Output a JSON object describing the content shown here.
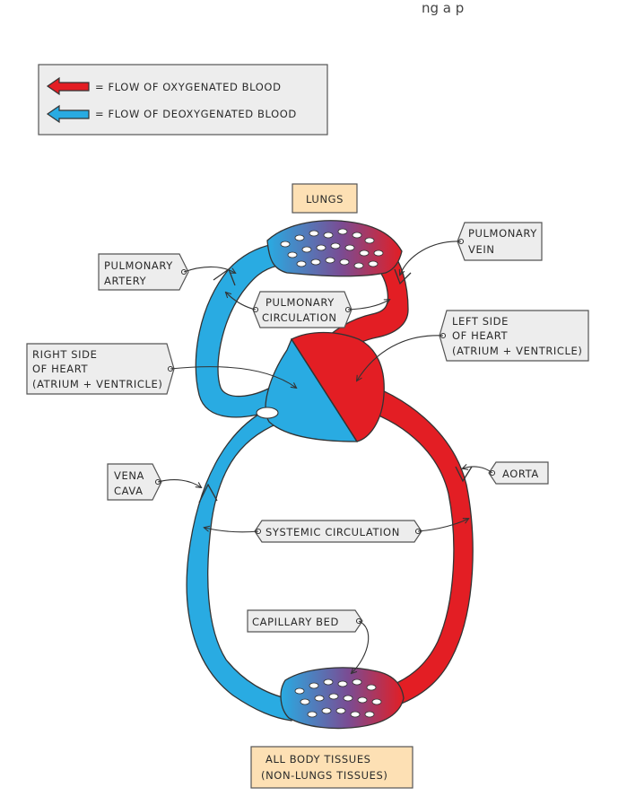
{
  "header": {
    "partial_text": "ng a   p"
  },
  "legend": {
    "oxygenated": "= FLOW   OF  OXYGENATED   BLOOD",
    "deoxygenated": "= FLOW   OF  DEOXYGENATED   BLOOD"
  },
  "colors": {
    "oxygenated": "#e31e24",
    "deoxygenated": "#29abe2",
    "outline": "#333333",
    "label_fill": "#ededed",
    "organ_fill": "#fde0b4"
  },
  "labels": {
    "lungs": "LUNGS",
    "pulmonary_vein": [
      "PULMONARY",
      "VEIN"
    ],
    "pulmonary_artery": [
      "PULMONARY",
      "ARTERY"
    ],
    "pulmonary_circulation": [
      "PULMONARY",
      "CIRCULATION"
    ],
    "left_heart": [
      "LEFT  SIDE",
      "OF  HEART",
      "(ATRIUM + VENTRICLE)"
    ],
    "right_heart": [
      "RIGHT  SIDE",
      "OF  HEART",
      "(ATRIUM + VENTRICLE)"
    ],
    "vena_cava": [
      "VENA",
      "CAVA"
    ],
    "aorta": "AORTA",
    "systemic_circulation": "SYSTEMIC   CIRCULATION",
    "capillary_bed": "CAPILLARY   BED",
    "body_tissues": [
      "ALL  BODY  TISSUES",
      "(NON-LUNGS  TISSUES)"
    ]
  }
}
